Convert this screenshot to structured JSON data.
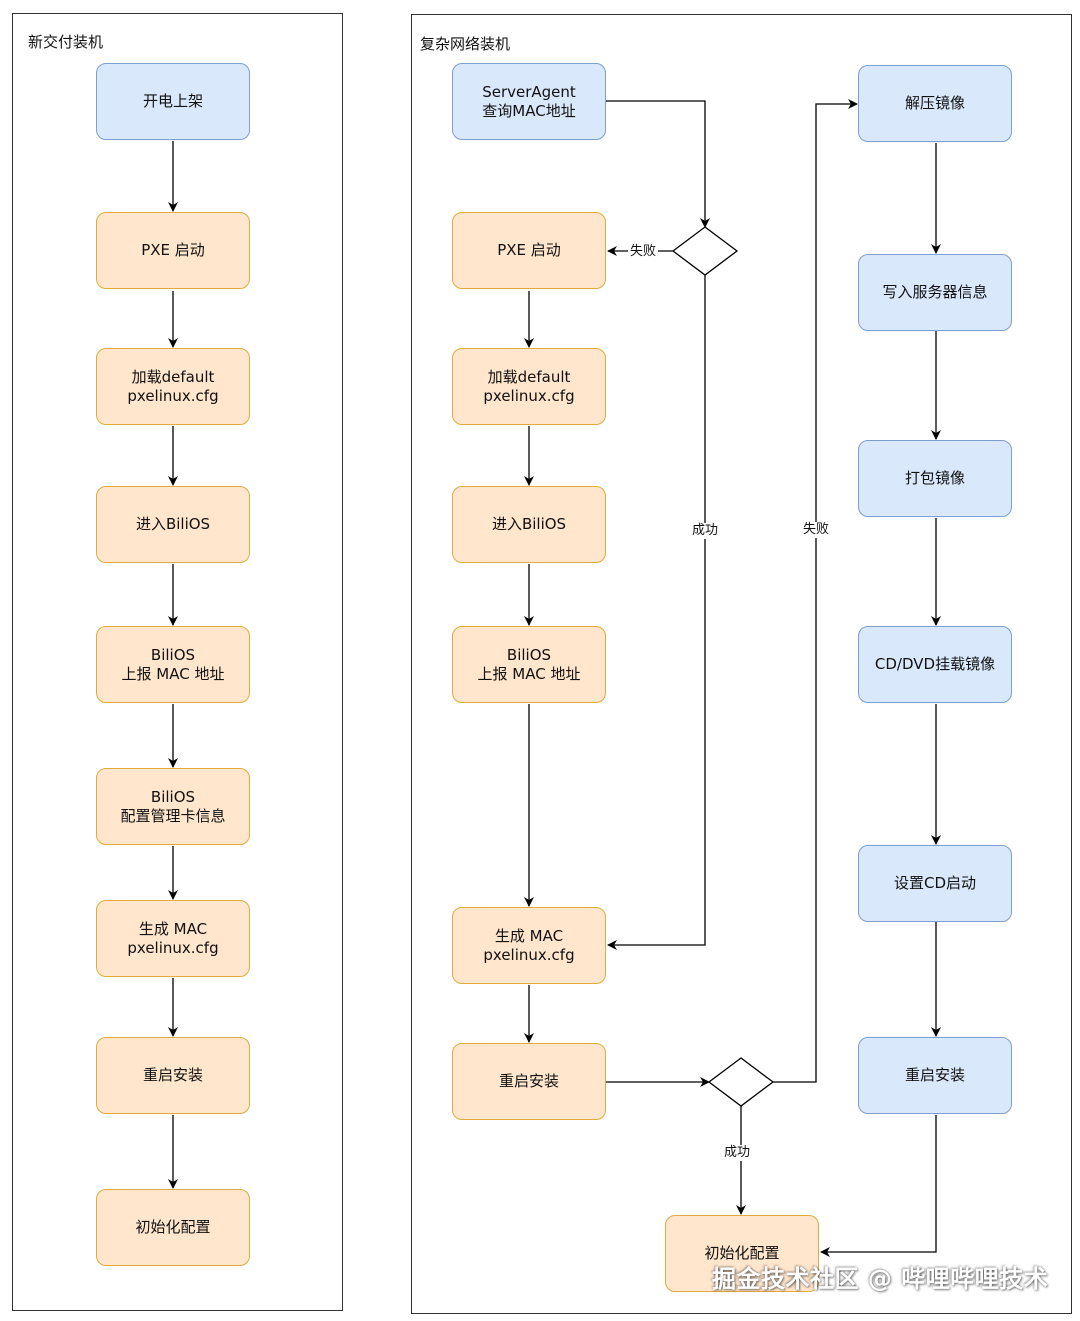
{
  "left_panel": {
    "title": "新交付装机",
    "nodes": [
      {
        "label": "开电上架",
        "style": "blue"
      },
      {
        "label": "PXE 启动",
        "style": "orange"
      },
      {
        "label": "加载default\npxelinux.cfg",
        "style": "orange"
      },
      {
        "label": "进入BiliOS",
        "style": "orange"
      },
      {
        "label": "BiliOS\n上报 MAC 地址",
        "style": "orange"
      },
      {
        "label": "BiliOS\n配置管理卡信息",
        "style": "orange"
      },
      {
        "label": "生成 MAC\npxelinux.cfg",
        "style": "orange"
      },
      {
        "label": "重启安装",
        "style": "orange"
      },
      {
        "label": "初始化配置",
        "style": "orange"
      }
    ]
  },
  "right_panel": {
    "title": "复杂网络装机",
    "col1_nodes": [
      {
        "label": "ServerAgent\n查询MAC地址",
        "style": "blue"
      },
      {
        "label": "PXE 启动",
        "style": "orange"
      },
      {
        "label": "加载default\npxelinux.cfg",
        "style": "orange"
      },
      {
        "label": "进入BiliOS",
        "style": "orange"
      },
      {
        "label": "BiliOS\n上报 MAC 地址",
        "style": "orange"
      },
      {
        "label": "生成 MAC\npxelinux.cfg",
        "style": "orange"
      },
      {
        "label": "重启安装",
        "style": "orange"
      }
    ],
    "col2_nodes": [
      {
        "label": "解压镜像",
        "style": "blue"
      },
      {
        "label": "写入服务器信息",
        "style": "blue"
      },
      {
        "label": "打包镜像",
        "style": "blue"
      },
      {
        "label": "CD/DVD挂载镜像",
        "style": "blue"
      },
      {
        "label": "设置CD启动",
        "style": "blue"
      },
      {
        "label": "重启安装",
        "style": "blue"
      }
    ],
    "final_node": {
      "label": "初始化配置",
      "style": "orange"
    },
    "edge_labels": {
      "fail_top": "失败",
      "success_top": "成功",
      "fail_bottom": "失败",
      "success_bottom": "成功"
    }
  },
  "colors": {
    "orange_fill": "#ffe6cc",
    "orange_stroke": "#e1ac3c",
    "blue_fill": "#dae8fc",
    "blue_stroke": "#7d9fd1"
  },
  "watermark": "掘金技术社区 @ 哔哩哔哩技术"
}
